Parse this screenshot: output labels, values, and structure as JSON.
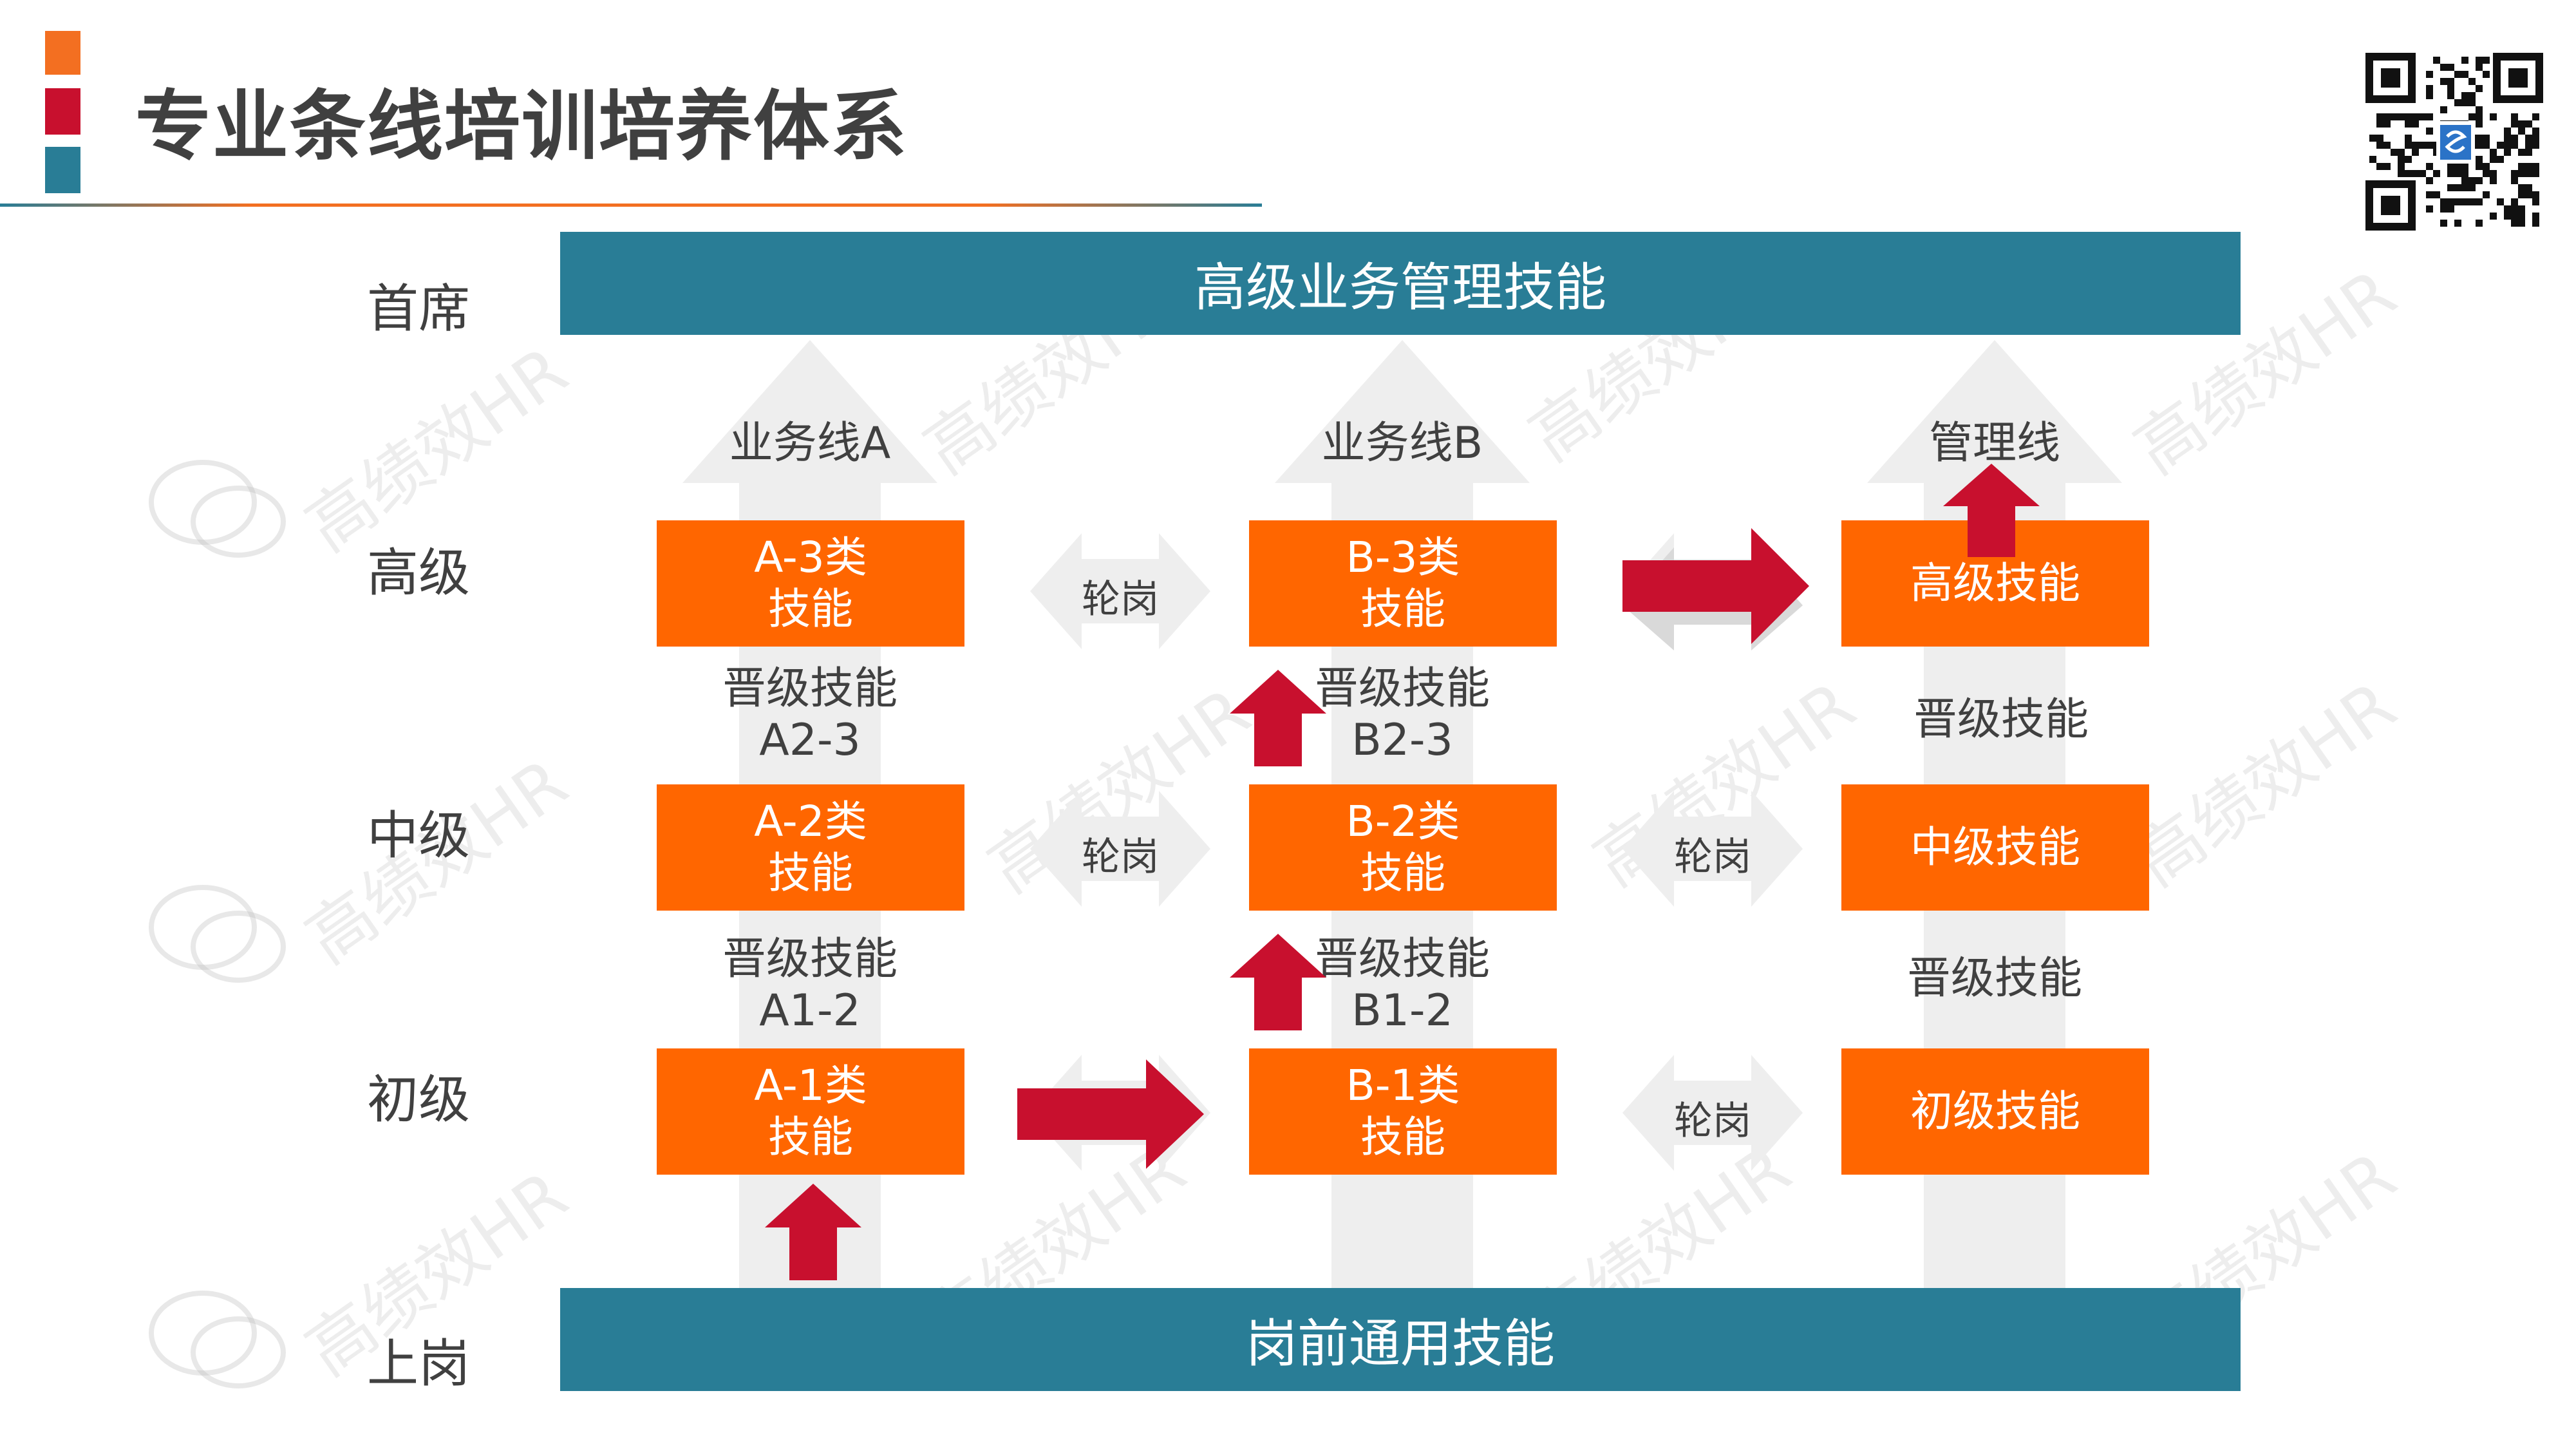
{
  "title": "专业条线培训培养体系",
  "colors": {
    "teal": "#297D96",
    "orange": "#FF6600",
    "red": "#C8102E",
    "accent_orange": "#F36F21"
  },
  "top_band": "高级业务管理技能",
  "bottom_band": "岗前通用技能",
  "levels": [
    "首席",
    "高级",
    "中级",
    "初级",
    "上岗"
  ],
  "columns": [
    {
      "header": "业务线A",
      "boxes": [
        [
          "A-3类",
          "技能"
        ],
        [
          "A-2类",
          "技能"
        ],
        [
          "A-1类",
          "技能"
        ]
      ],
      "promotions": [
        [
          "晋级技能",
          "A2-3"
        ],
        [
          "晋级技能",
          "A1-2"
        ]
      ]
    },
    {
      "header": "业务线B",
      "boxes": [
        [
          "B-3类",
          "技能"
        ],
        [
          "B-2类",
          "技能"
        ],
        [
          "B-1类",
          "技能"
        ]
      ],
      "promotions": [
        [
          "晋级技能",
          "B2-3"
        ],
        [
          "晋级技能",
          "B1-2"
        ]
      ]
    },
    {
      "header": "管理线",
      "boxes": [
        [
          "高级技能"
        ],
        [
          "中级技能"
        ],
        [
          "初级技能"
        ]
      ],
      "promotions": [
        [
          "晋级技能"
        ],
        [
          "晋级技能"
        ]
      ]
    }
  ],
  "rotation_label": "轮岗",
  "watermark": "高绩效HR",
  "icons": [
    "qr-code-icon",
    "wechat-icon",
    "up-arrow-icon",
    "right-arrow-icon",
    "double-arrow-icon"
  ]
}
